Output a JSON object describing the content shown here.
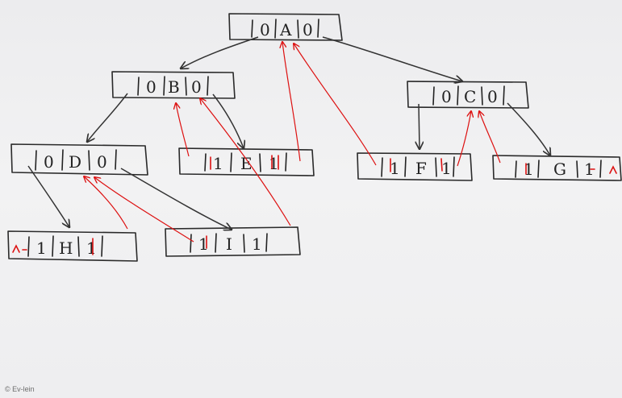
{
  "watermark": "© Ev-lein",
  "nodes": {
    "A": {
      "left_tag": "0",
      "label": "A",
      "right_tag": "0"
    },
    "B": {
      "left_tag": "0",
      "label": "B",
      "right_tag": "0"
    },
    "C": {
      "left_tag": "0",
      "label": "C",
      "right_tag": "0"
    },
    "D": {
      "left_tag": "0",
      "label": "D",
      "right_tag": "0"
    },
    "E": {
      "left_tag": "1",
      "label": "E",
      "right_tag": "1"
    },
    "F": {
      "left_tag": "1",
      "label": "F",
      "right_tag": "1"
    },
    "G": {
      "left_tag": "1",
      "label": "G",
      "right_tag": "1"
    },
    "H": {
      "left_tag": "1",
      "label": "H",
      "right_tag": "1"
    },
    "I": {
      "left_tag": "1",
      "label": "I",
      "right_tag": "1"
    }
  },
  "colors": {
    "child_link": "#333333",
    "thread_link": "#dd1111",
    "ink": "#222222"
  }
}
